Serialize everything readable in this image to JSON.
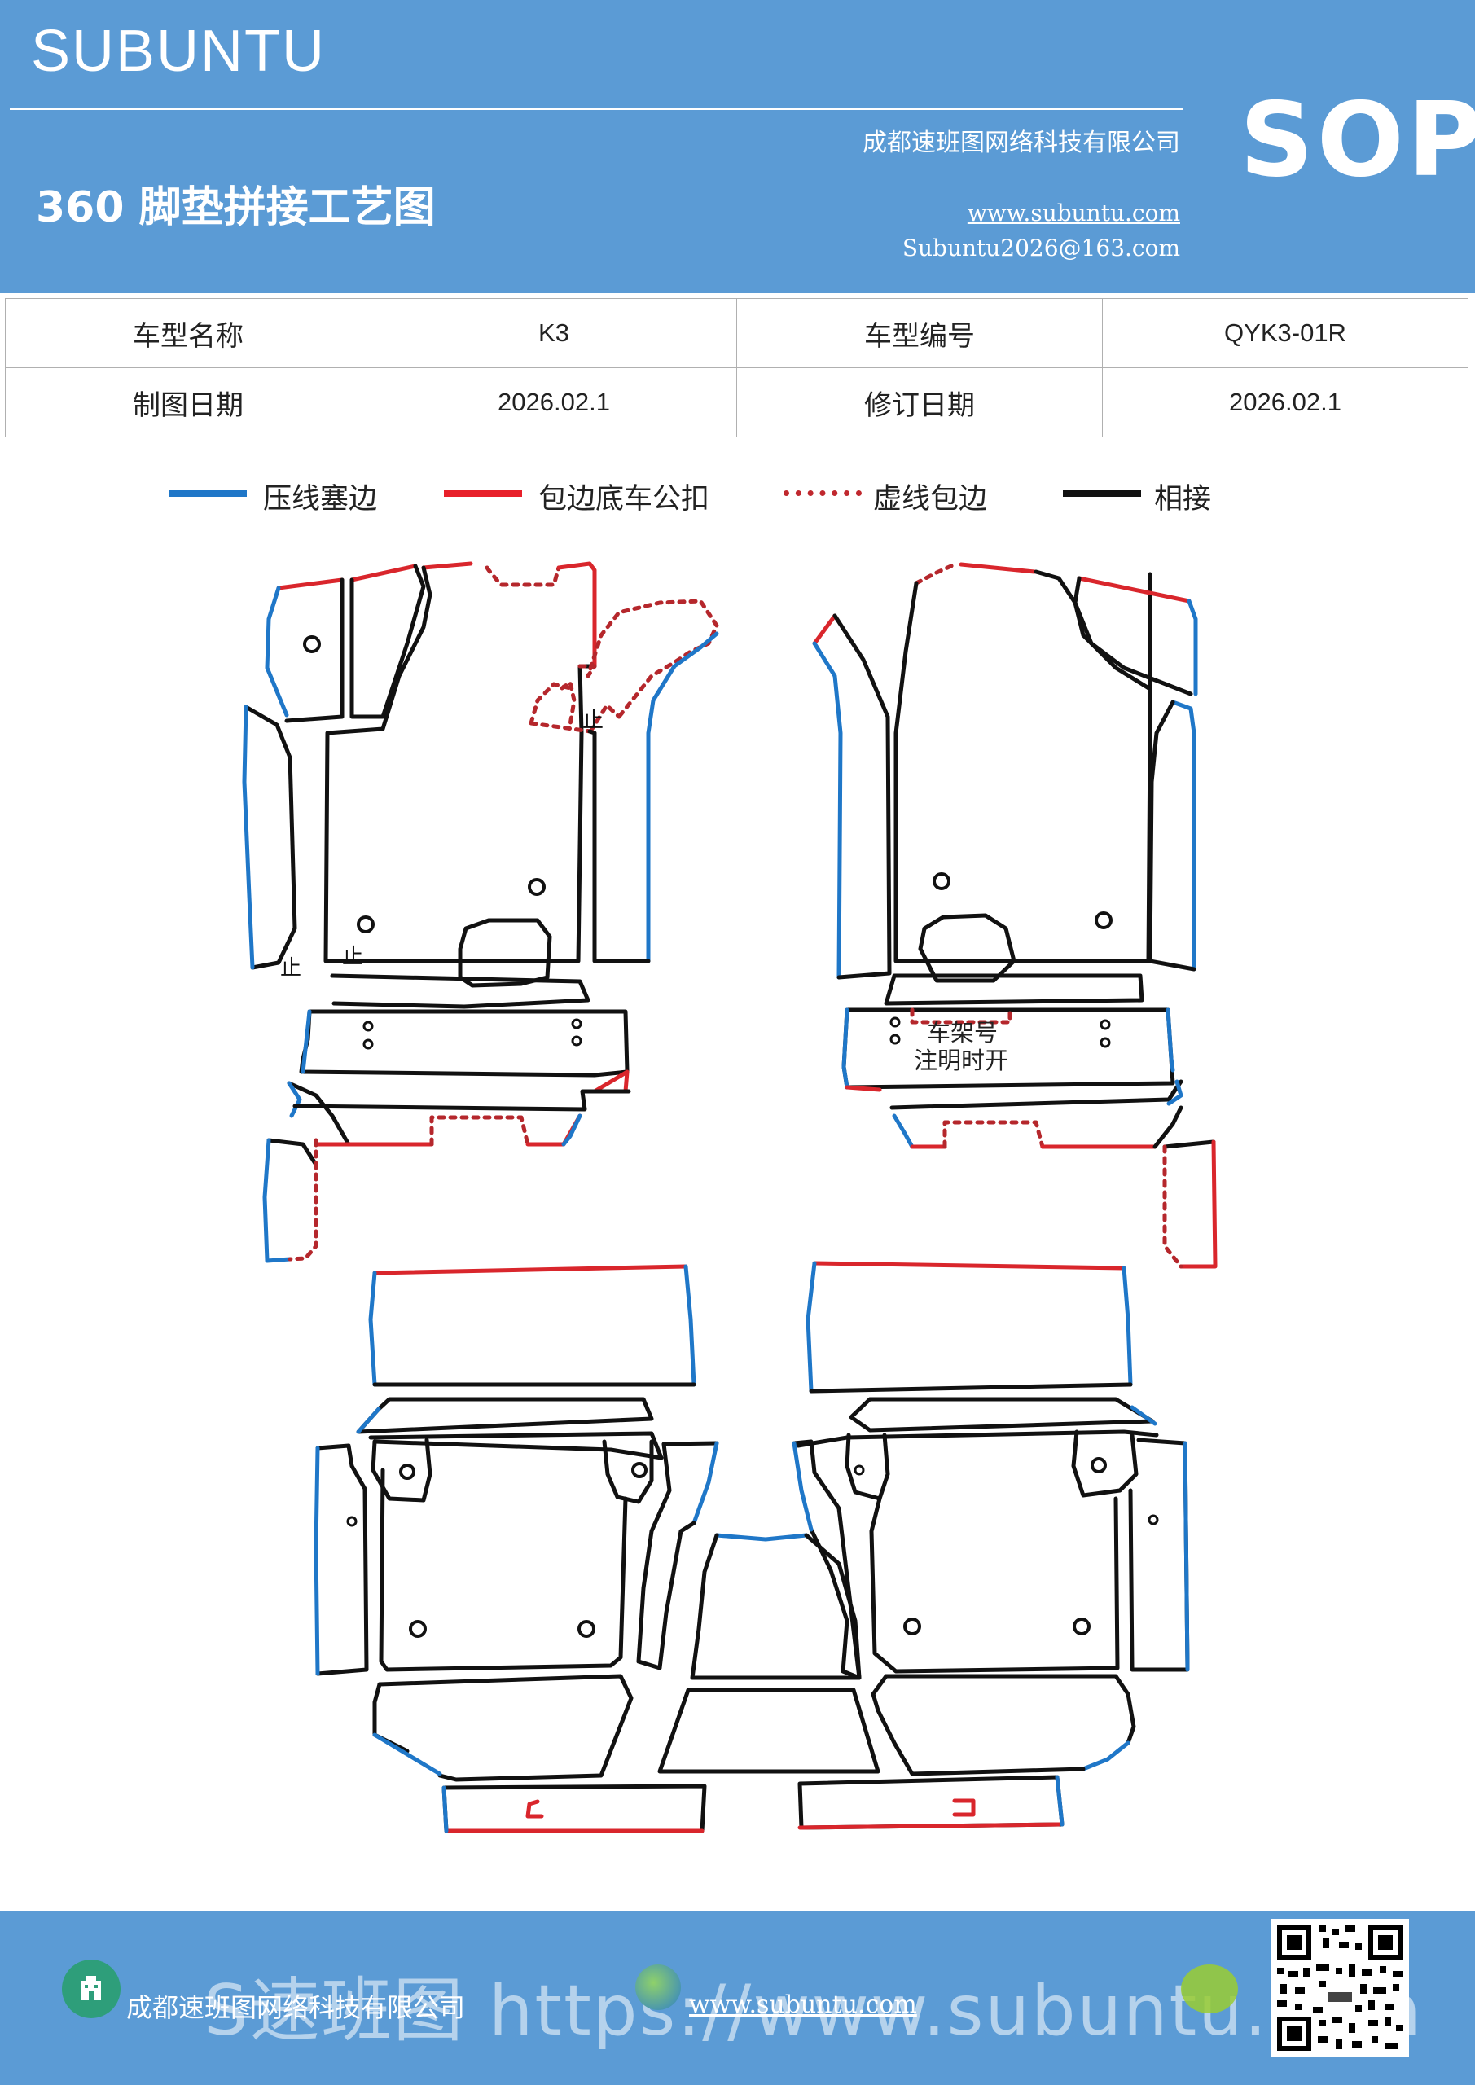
{
  "header": {
    "brand": "SUBUNTU",
    "company": "成都速班图网络科技有限公司",
    "title": "360 脚垫拼接工艺图",
    "url": "www.subuntu.com",
    "email": "Subuntu2026@163.com",
    "badge": "SOP"
  },
  "info_table": {
    "row1": [
      "车型名称",
      "K3",
      "车型编号",
      "QYK3-01R"
    ],
    "row2": [
      "制图日期",
      "2026.02.1",
      "修订日期",
      "2026.02.1"
    ]
  },
  "legend": [
    {
      "label": "压线塞边",
      "color": "#1f77c8",
      "style": "solid"
    },
    {
      "label": "包边底车公扣",
      "color": "#e8202a",
      "style": "solid"
    },
    {
      "label": "虚线包边",
      "color": "#c0282e",
      "style": "dotted"
    },
    {
      "label": "相接",
      "color": "#111111",
      "style": "solid"
    }
  ],
  "colors": {
    "blue": "#1f77c8",
    "red": "#d9262c",
    "dashed_red": "#b5272c",
    "black": "#111111",
    "header_bg": "#5b9bd5"
  },
  "diagram": {
    "note_line1": "车架号",
    "note_line2": "注明时开",
    "mark": "止"
  },
  "footer": {
    "company": "成都速班图网络科技有限公司",
    "url": "www.subuntu.com",
    "watermark": "S速班图 https://www.subuntu.com"
  }
}
